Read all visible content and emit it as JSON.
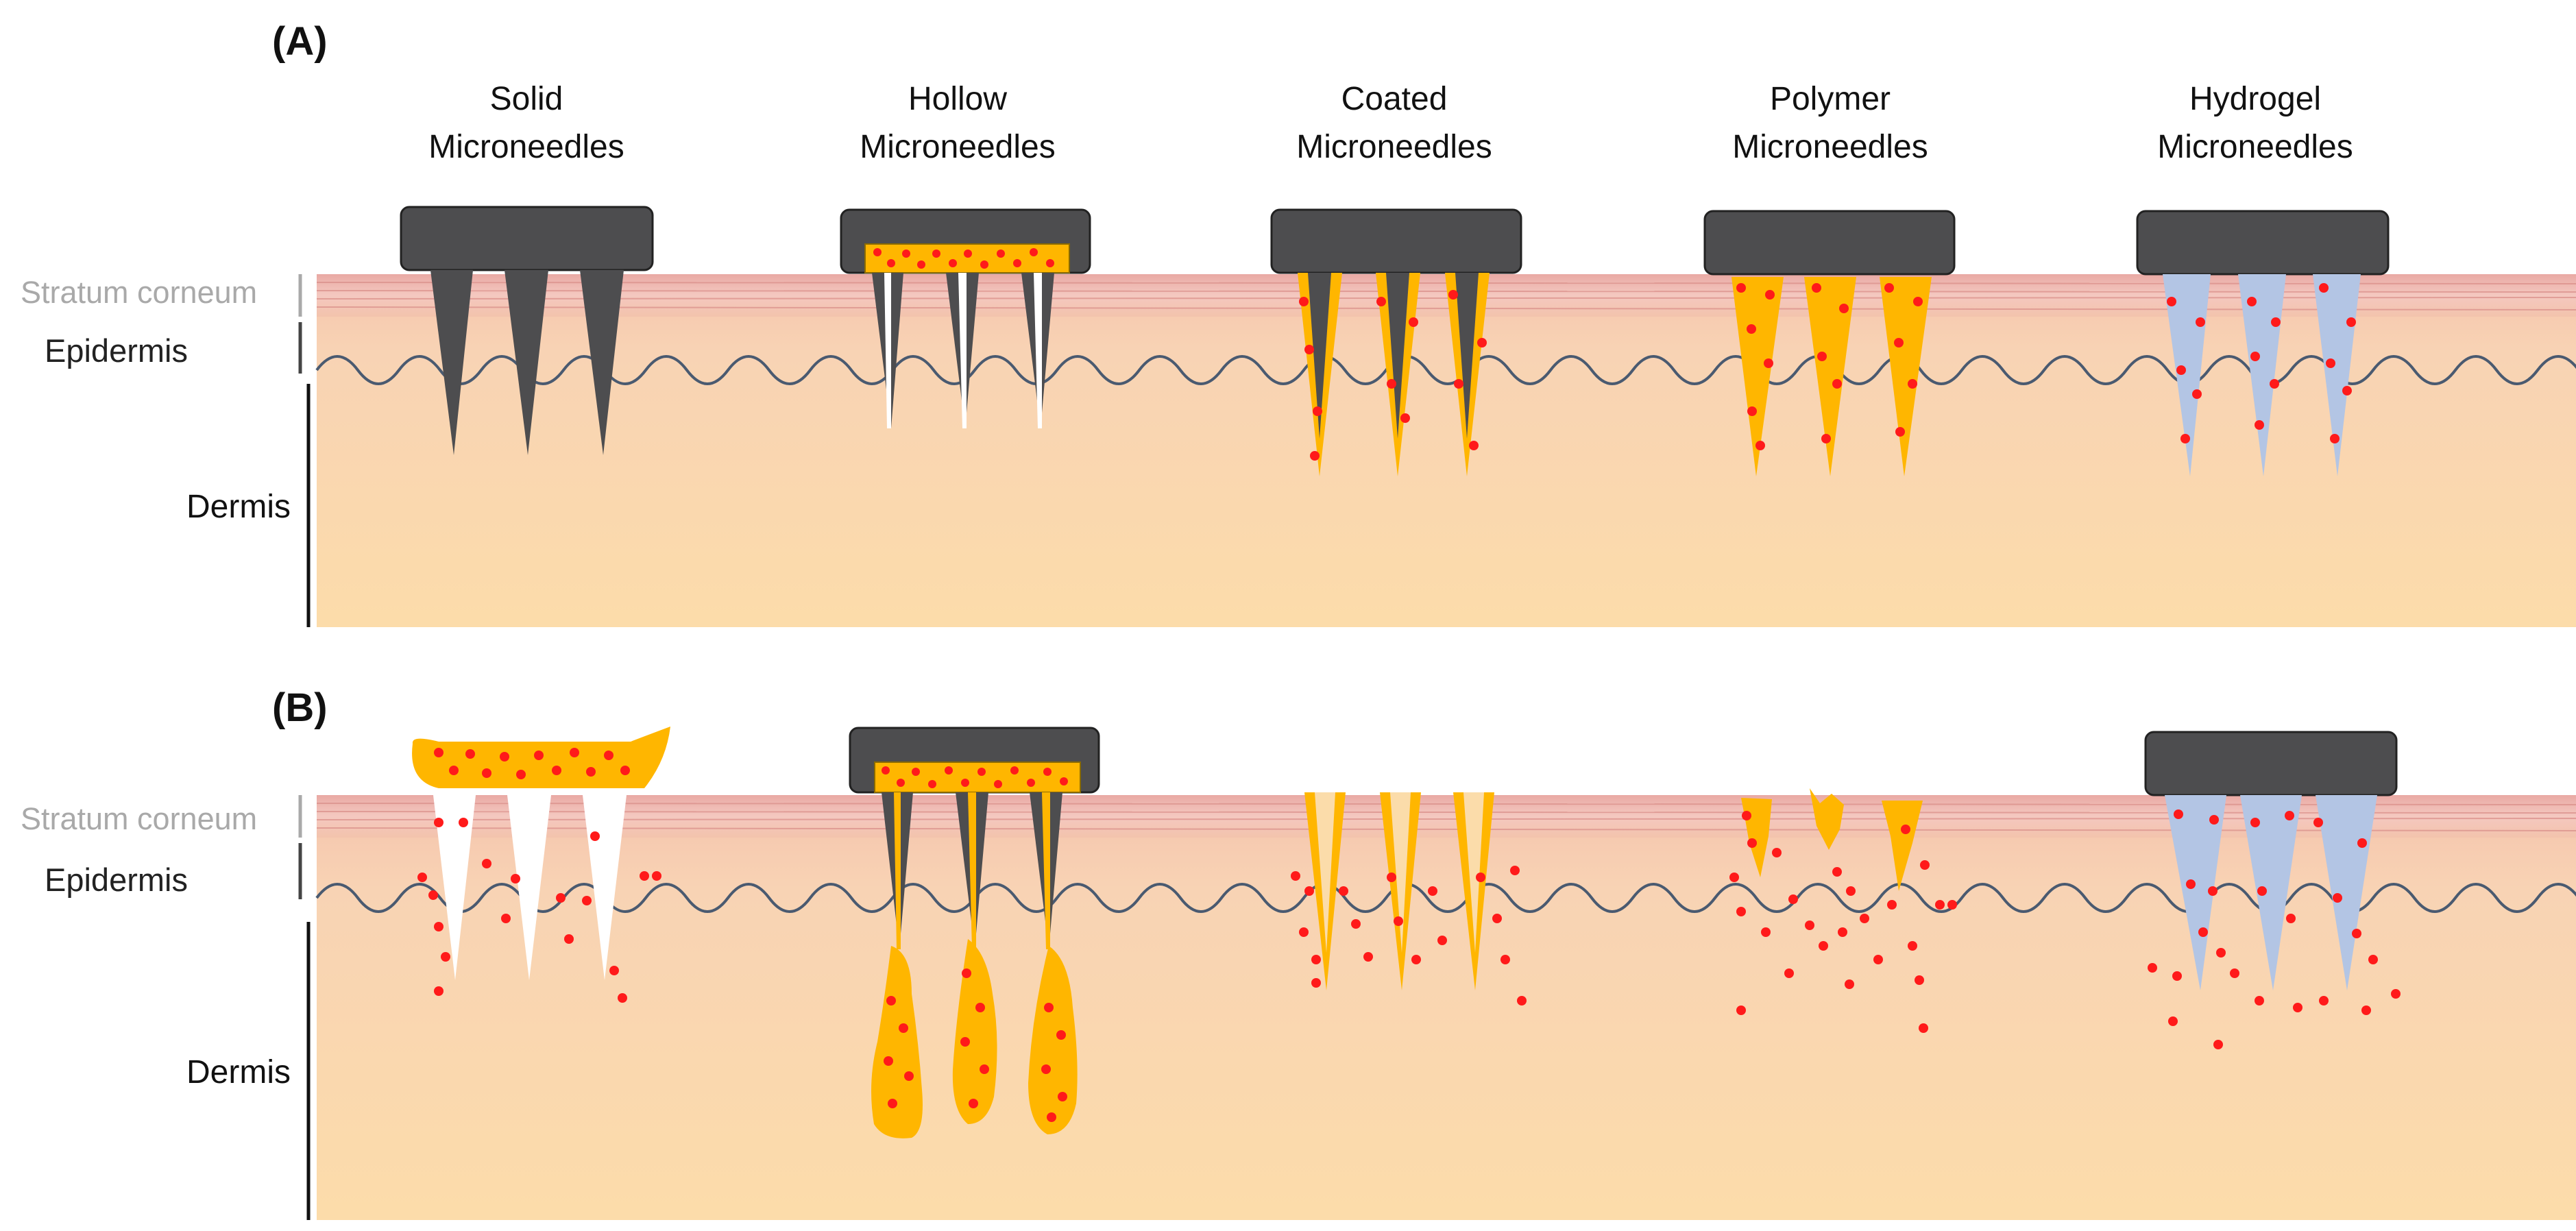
{
  "panels": [
    {
      "label": "(A)"
    },
    {
      "label": "(B)"
    }
  ],
  "needle_types": [
    {
      "line1": "Solid",
      "line2": "Microneedles"
    },
    {
      "line1": "Hollow",
      "line2": "Microneedles"
    },
    {
      "line1": "Coated",
      "line2": "Microneedles"
    },
    {
      "line1": "Polymer",
      "line2": "Microneedles"
    },
    {
      "line1": "Hydrogel",
      "line2": "Microneedles"
    }
  ],
  "skin_layers": {
    "stratum_corneum": "Stratum corneum",
    "epidermis": "Epidermis",
    "dermis": "Dermis"
  },
  "colors": {
    "patch": "#4d4d4f",
    "drug": "#ffb600",
    "drug_particle": "#ff1a1a",
    "hydrogel": "#b3c5e4",
    "dermis": "#fbdcaa",
    "epidermis": "#f6c4b0",
    "stratum_corneum": "#e8a8a0",
    "junction_line": "#4a5a70"
  }
}
